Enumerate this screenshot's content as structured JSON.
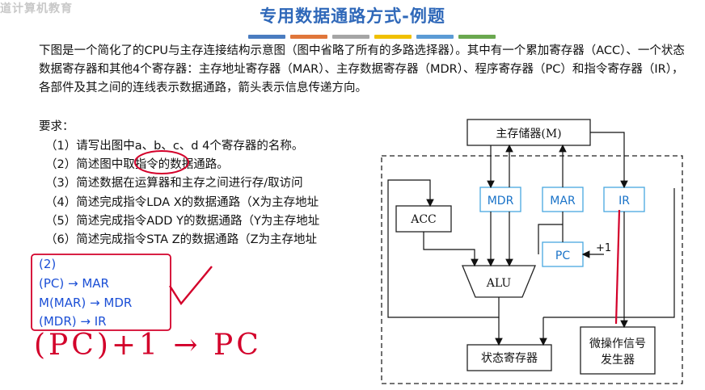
{
  "watermark": "道计算机教育",
  "title": "专用数据通路方式-例题",
  "color_bars": [
    "#4a7cc0",
    "#e0763a",
    "#a5a5a5",
    "#f0c000",
    "#5b9bd5",
    "#6aa84f"
  ],
  "paragraph": "下图是一个简化了的CPU与主存连接结构示意图（图中省略了所有的多路选择器）。其中有一个累加寄存器（ACC）、一个状态数据寄存器和其他4个寄存器：主存地址寄存器（MAR）、主存数据寄存器（MDR）、程序寄存器（PC）和指令寄存器（IR），各部件及其之间的连线表示数据通路，箭头表示信息传递方向。",
  "requirements_label": "要求：",
  "requirements": [
    "（1）请写出图中a、b、c、d 4个寄存器的名称。",
    "（2）简述图中取指令的数据通路。",
    "（3）简述数据在运算器和主存之间进行存/取访问",
    "（4）简述完成指令LDA X的数据通路（X为主存地址",
    "（5）简述完成指令ADD Y的数据通路（Y为主存地址",
    "（6）简述完成指令STA Z的数据通路（Z为主存地址"
  ],
  "diagram": {
    "memory": "主存储器(M)",
    "mdr": "MDR",
    "mar": "MAR",
    "ir": "IR",
    "acc": "ACC",
    "pc": "PC",
    "plus_one": "+1",
    "alu": "ALU",
    "status": "状态寄存器",
    "micro_line1": "微操作信号",
    "micro_line2": "发生器"
  },
  "annotation": {
    "lines": [
      "(2)",
      "(PC) → MAR",
      "M(MAR) → MDR",
      "(MDR) → IR"
    ],
    "handwritten": "(PC)+1 → PC"
  },
  "colors": {
    "title": "#2f68b9",
    "register_text": "#1a73c8",
    "register_border": "#48a8e0",
    "ink_blue": "#1b4fd6",
    "ink_red": "#d3002a"
  }
}
